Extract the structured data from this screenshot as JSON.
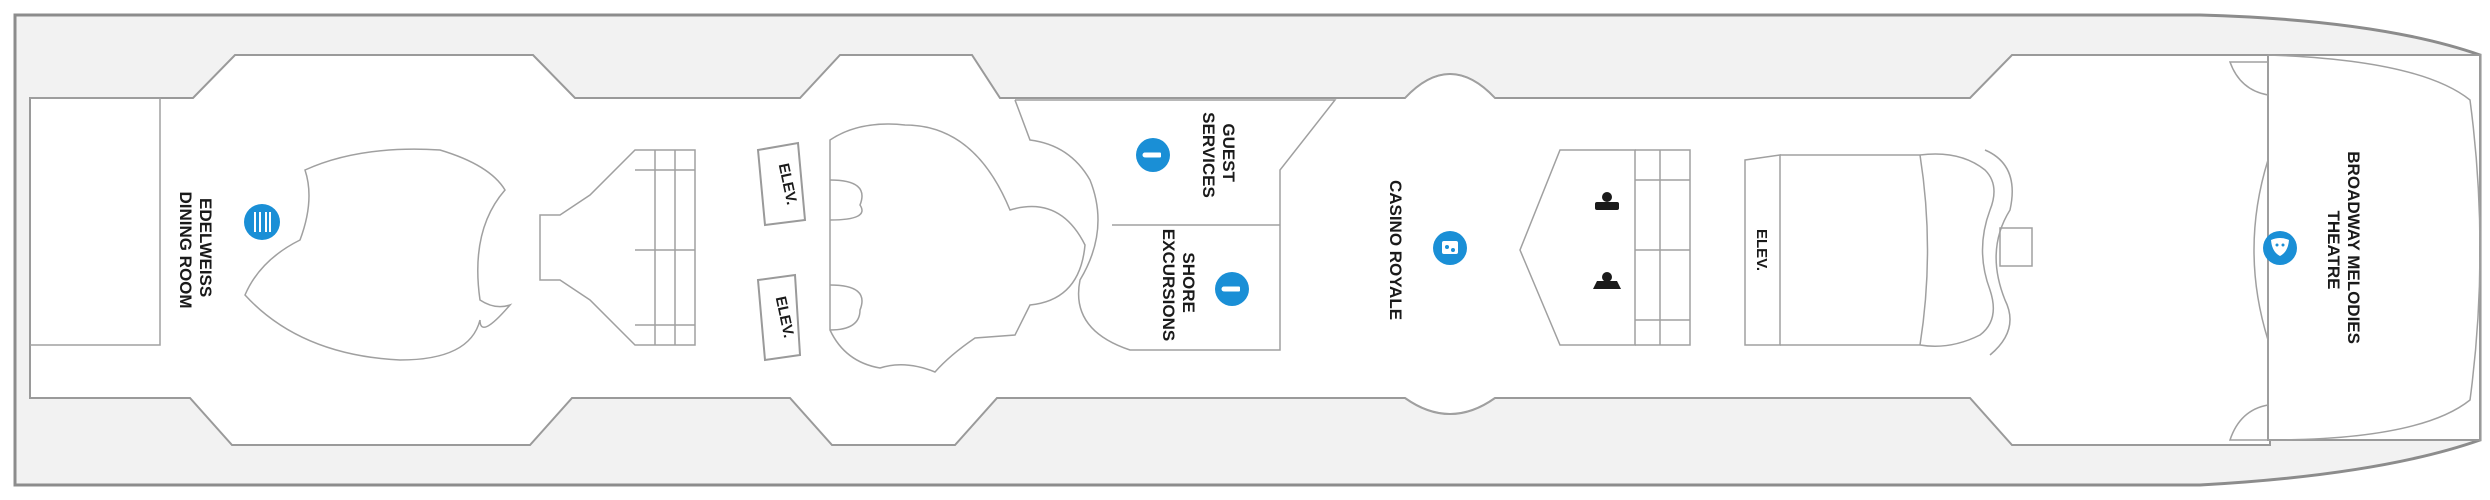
{
  "labels": {
    "edelweiss": [
      "EDELWEISS",
      "DINING ROOM"
    ],
    "elev_left_top": "ELEV.",
    "elev_left_bottom": "ELEV.",
    "guest_services": [
      "GUEST",
      "SERVICES"
    ],
    "shore_excursions": [
      "SHORE",
      "EXCURSIONS"
    ],
    "casino": "CASINO ROYALE",
    "elev_right": "ELEV.",
    "theatre": [
      "BROADWAY MELODIES",
      "THEATRE"
    ]
  },
  "icons": {
    "dining": "dining-icon",
    "guest_services": "info-icon",
    "shore_excursions": "info-icon",
    "casino": "casino-icon",
    "theatre": "theatre-icon",
    "restroom_men": "men-restroom-icon",
    "restroom_women": "women-restroom-icon"
  },
  "colors": {
    "icon_badge": "#1a8fd6",
    "hull_fill": "#f2f2f2",
    "outline": "#8c8c8c"
  }
}
